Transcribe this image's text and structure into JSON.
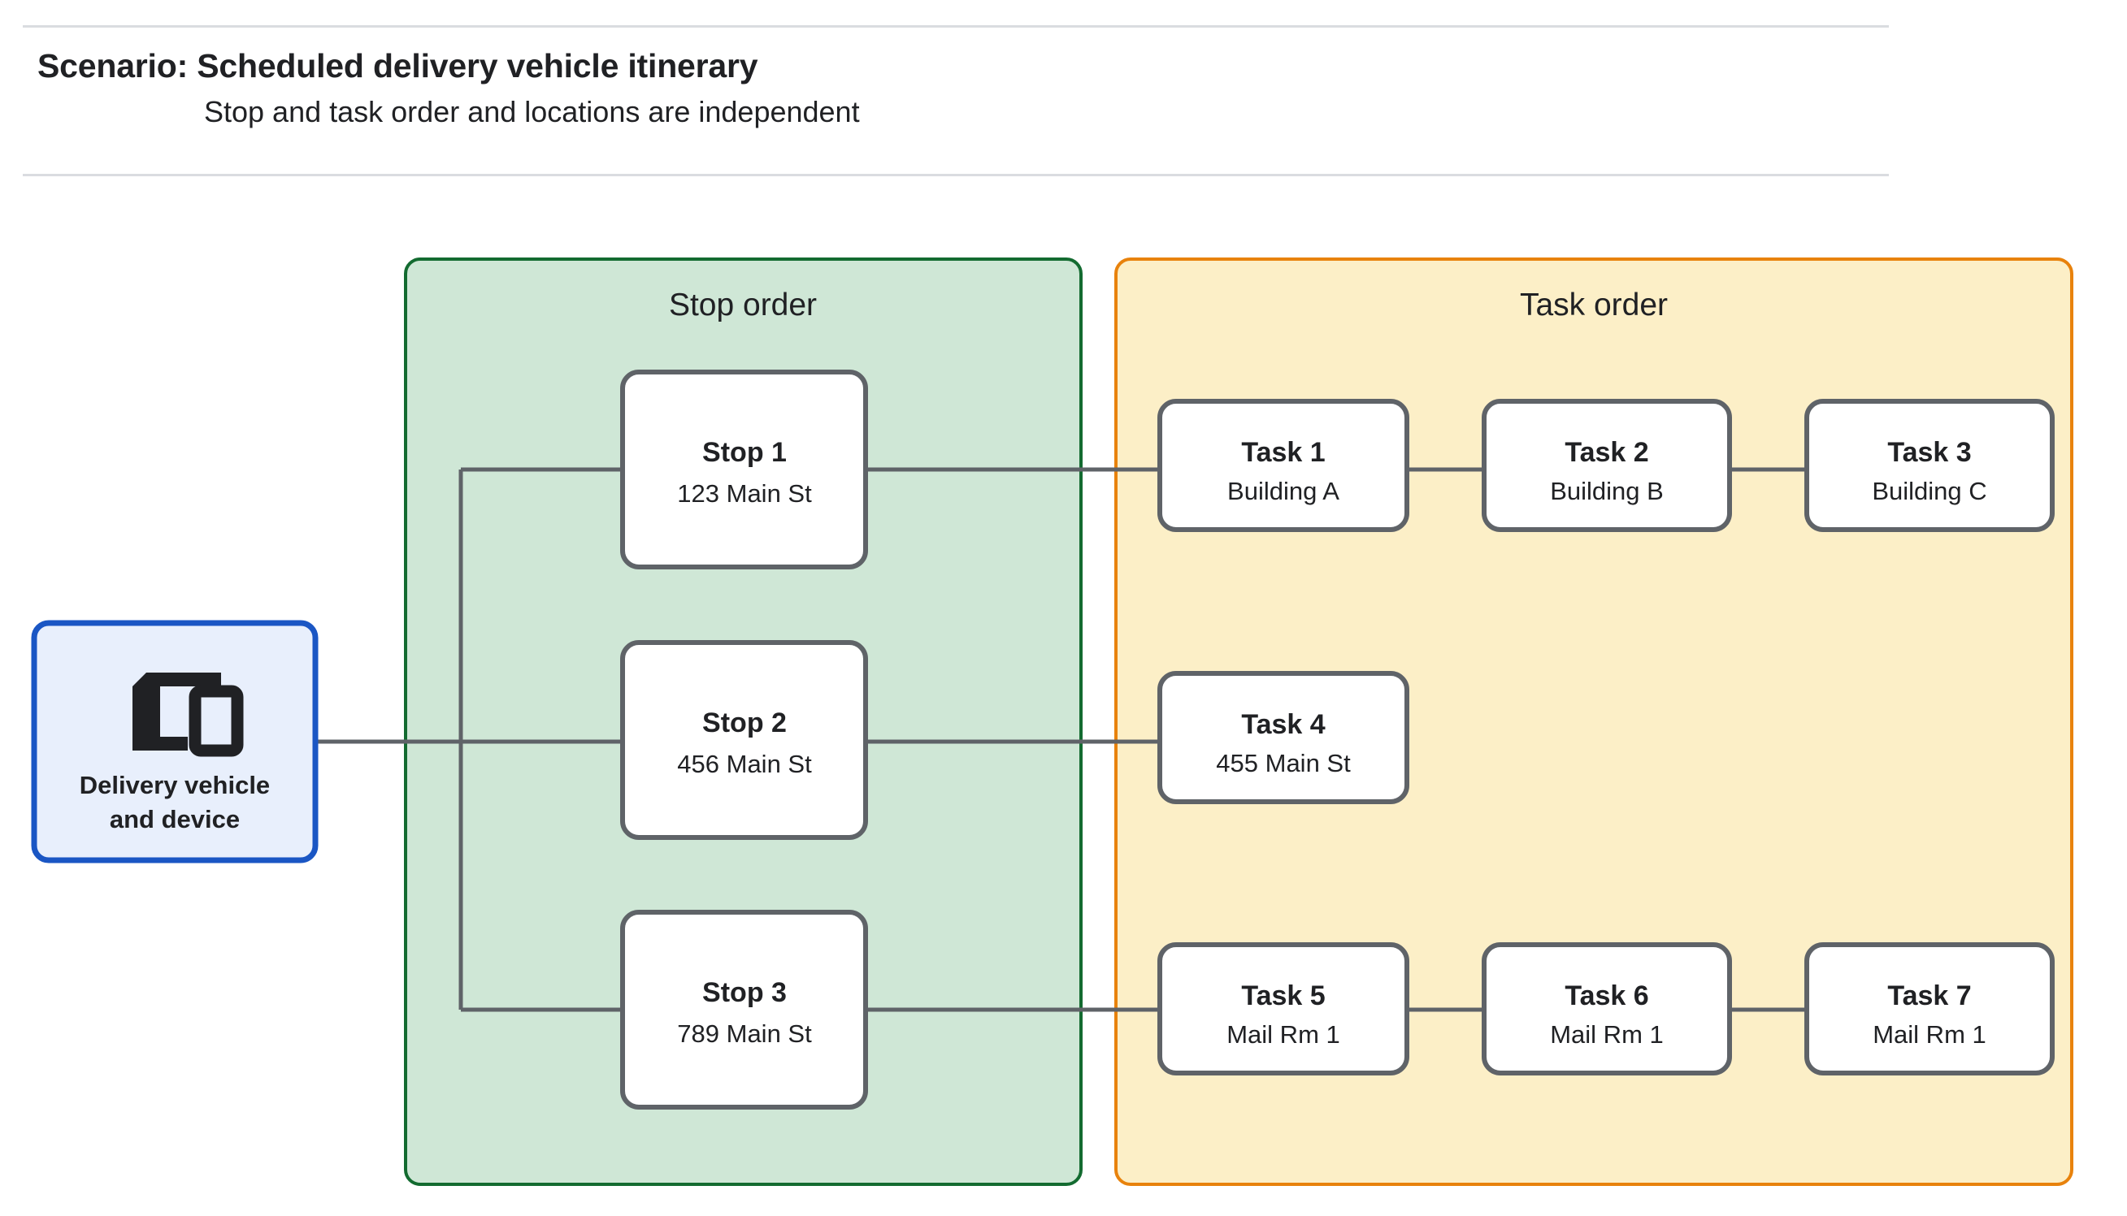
{
  "header": {
    "title": "Scenario: Scheduled delivery vehicle itinerary",
    "subtitle": "Stop and task order and locations are independent"
  },
  "vehicle": {
    "icon": "devices-icon",
    "label_line1": "Delivery vehicle",
    "label_line2": "and device",
    "border_color": "#1a56c4",
    "fill_color": "#e8effc"
  },
  "stop_group": {
    "title": "Stop order",
    "fill_color": "#cfe7d6",
    "border_color": "#136b30",
    "stops": [
      {
        "title": "Stop 1",
        "address": "123 Main St"
      },
      {
        "title": "Stop 2",
        "address": "456 Main St"
      },
      {
        "title": "Stop 3",
        "address": "789 Main St"
      }
    ]
  },
  "task_group": {
    "title": "Task order",
    "fill_color": "#fcefc7",
    "border_color": "#e8820c",
    "rows": [
      [
        {
          "title": "Task 1",
          "location": "Building A"
        },
        {
          "title": "Task 2",
          "location": "Building B"
        },
        {
          "title": "Task 3",
          "location": "Building C"
        }
      ],
      [
        {
          "title": "Task 4",
          "location": "455 Main St"
        }
      ],
      [
        {
          "title": "Task 5",
          "location": "Mail Rm 1"
        },
        {
          "title": "Task 6",
          "location": "Mail Rm 1"
        },
        {
          "title": "Task 7",
          "location": "Mail Rm 1"
        }
      ]
    ]
  },
  "connector_color": "#5f6368"
}
